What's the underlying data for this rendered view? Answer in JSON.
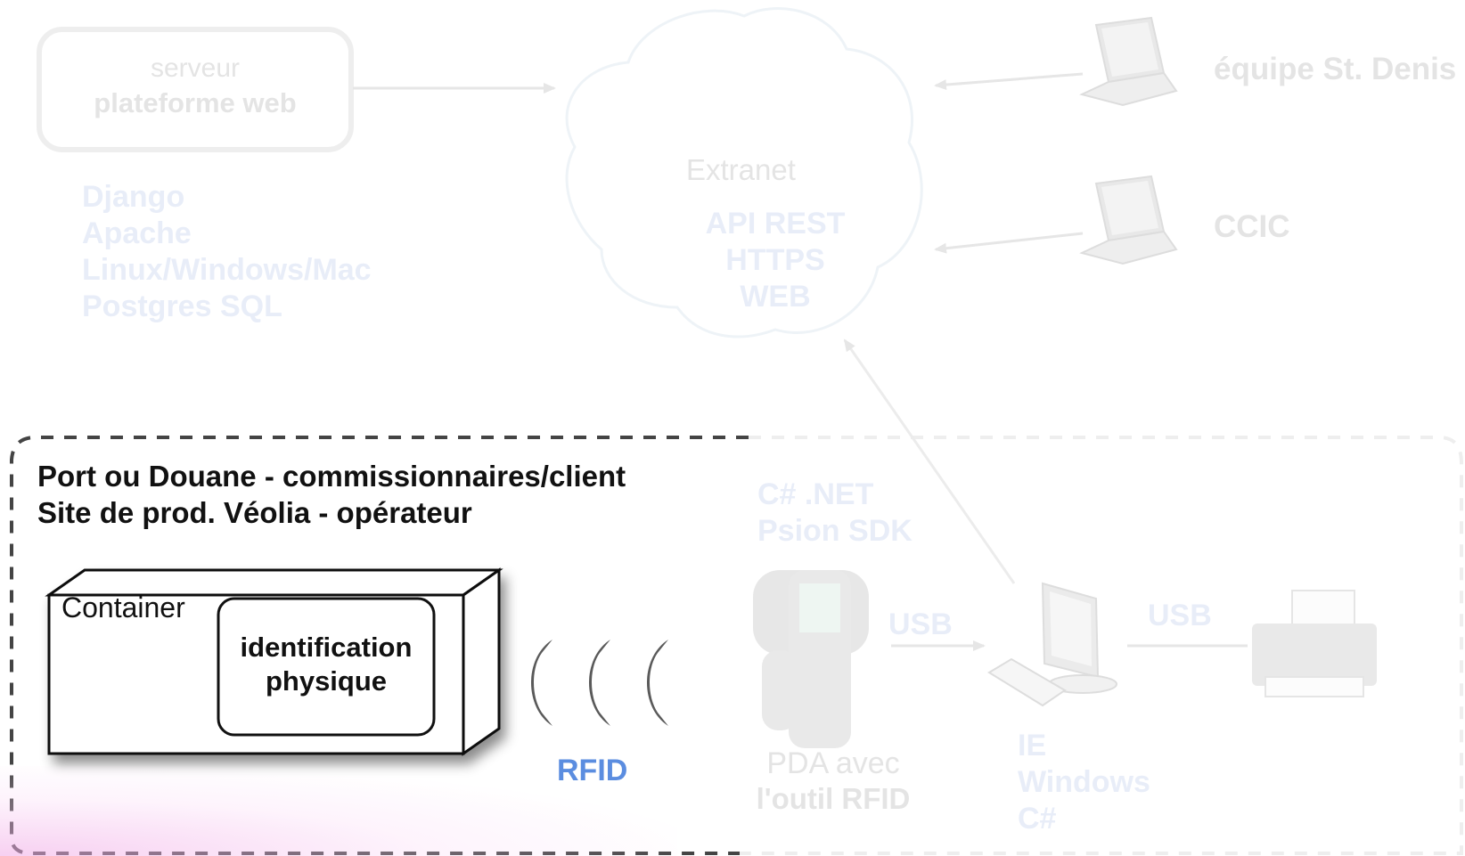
{
  "server": {
    "line1": "serveur",
    "line2": "plateforme web",
    "stack": [
      "Django",
      "Apache",
      "Linux/Windows/Mac",
      "Postgres SQL"
    ]
  },
  "cloud": {
    "title": "Extranet",
    "protocols": [
      "API REST",
      "HTTPS",
      "WEB"
    ]
  },
  "clients": {
    "team": "équipe St. Denis",
    "ccic": "CCIC"
  },
  "site": {
    "title_line1": "Port ou Douane - commissionnaires/client",
    "title_line2": "Site de prod. Véolia - opérateur"
  },
  "container": {
    "label": "Container",
    "inner_line1": "identification",
    "inner_line2": "physique"
  },
  "rfid": {
    "label": "RFID"
  },
  "pda": {
    "sdk": [
      "C# .NET",
      "Psion SDK"
    ],
    "label_line1": "PDA avec",
    "label_line2": "l'outil RFID"
  },
  "links": {
    "usb_pda": "USB",
    "usb_printer": "USB"
  },
  "workstation": {
    "stack": [
      "IE",
      "Windows",
      "C#"
    ]
  },
  "colors": {
    "faded_text": "#e4e4e4",
    "faded_blue": "#e8edf8",
    "rfid_blue": "#5b8de0",
    "dashed_border": "#444444"
  },
  "icons": [
    "laptop-icon",
    "laptop-icon",
    "pda-device-icon",
    "desktop-computer-icon",
    "printer-icon",
    "rfid-wave-icon"
  ]
}
